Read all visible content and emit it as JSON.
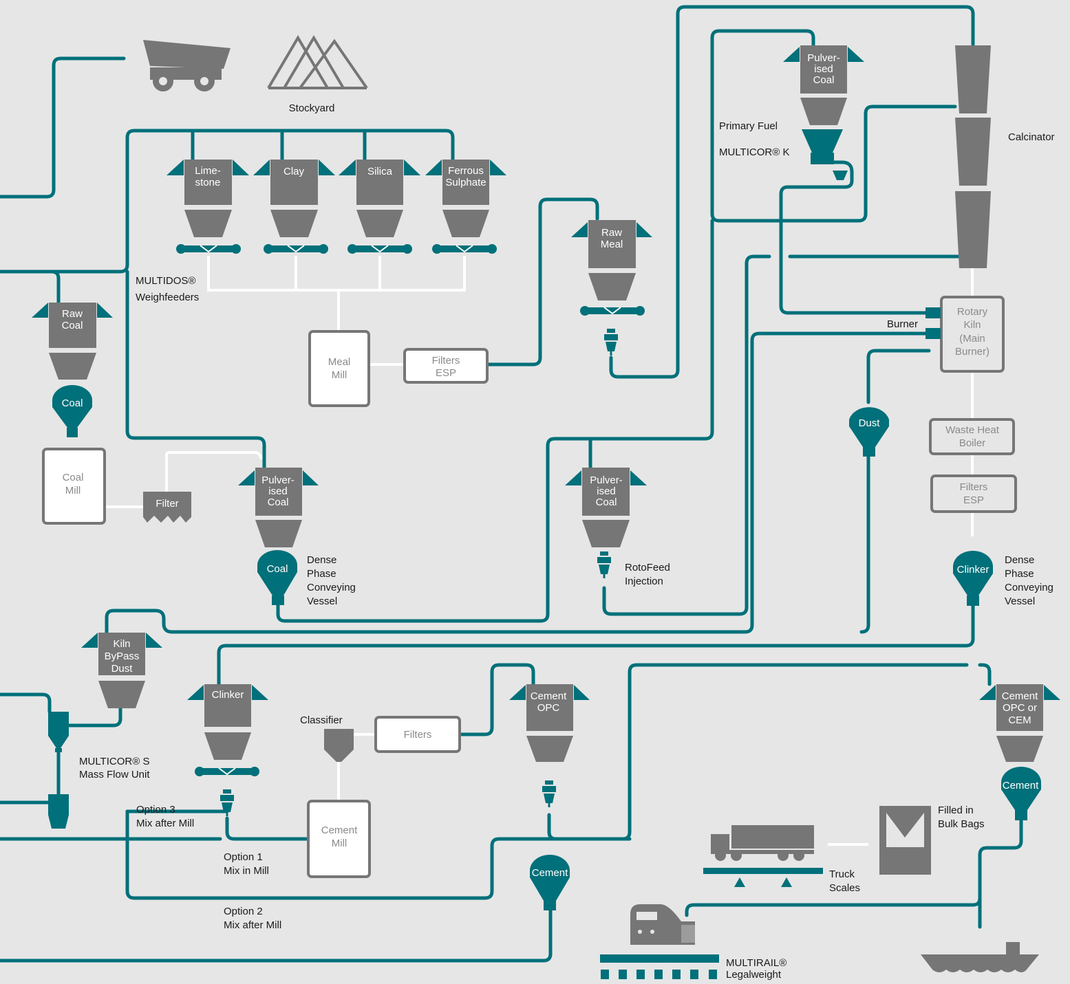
{
  "colors": {
    "background": "#e6e6e6",
    "pipe": "#00707a",
    "equipment": "#767676",
    "box_border": "#767676",
    "link": "#ffffff"
  },
  "labels": {
    "stockyard": "Stockyard",
    "multidos": [
      "MULTIDOS®",
      "Weighfeeders"
    ],
    "primary_fuel": "Primary Fuel",
    "multicor_k": "MULTICOR® K",
    "calcinator": "Calcinator",
    "burner": "Burner",
    "dense_phase_1": [
      "Dense",
      "Phase",
      "Conveying",
      "Vessel"
    ],
    "rotofeed": [
      "RotoFeed",
      "Injection"
    ],
    "dense_phase_2": [
      "Dense",
      "Phase",
      "Conveying",
      "Vessel"
    ],
    "multicor_s": [
      "MULTICOR® S",
      "Mass Flow Unit"
    ],
    "classifier": "Classifier",
    "option3": [
      "Option 3",
      "Mix after Mill"
    ],
    "option1": [
      "Option 1",
      "Mix in Mill"
    ],
    "option2": [
      "Option 2",
      "Mix after Mill"
    ],
    "filled_bags": [
      "Filled in",
      "Bulk Bags"
    ],
    "truck_scales": [
      "Truck",
      "Scales"
    ],
    "multirail": [
      "MULTIRAIL®",
      "Legalweight"
    ]
  },
  "silos": {
    "limestone": [
      "Lime-",
      "stone"
    ],
    "clay": [
      "Clay"
    ],
    "silica": [
      "Silica"
    ],
    "ferrous": [
      "Ferrous",
      "Sulphate"
    ],
    "raw_coal": [
      "Raw",
      "Coal"
    ],
    "raw_meal": [
      "Raw",
      "Meal"
    ],
    "pulv_top": [
      "Pulver-",
      "ised",
      "Coal"
    ],
    "pulv_mid1": [
      "Pulver-",
      "ised",
      "Coal"
    ],
    "pulv_mid2": [
      "Pulver-",
      "ised",
      "Coal"
    ],
    "kiln_bypass": [
      "Kiln",
      "ByPass",
      "Dust"
    ],
    "clinker_silo": [
      "Clinker"
    ],
    "cement_opc": [
      "Cement",
      "OPC"
    ],
    "cement_opc_cem": [
      "Cement",
      "OPC or",
      "CEM"
    ]
  },
  "vessels": {
    "coal_left": "Coal",
    "coal_dense": "Coal",
    "dust": "Dust",
    "clinker": "Clinker",
    "cement_right": "Cement",
    "cement_bottom": "Cement"
  },
  "boxes": {
    "meal_mill": [
      "Meal",
      "Mill"
    ],
    "filters_esp_1": [
      "Filters",
      "ESP"
    ],
    "coal_mill": [
      "Coal",
      "Mill"
    ],
    "filter": "Filter",
    "rotary_kiln": [
      "Rotary",
      "Kiln",
      "(Main",
      "Burner)"
    ],
    "waste_heat": [
      "Waste Heat",
      "Boiler"
    ],
    "filters_esp_2": [
      "Filters",
      "ESP"
    ],
    "filters": "Filters",
    "cement_mill": [
      "Cement",
      "Mill"
    ]
  },
  "icons": [
    "dump-truck-icon",
    "stockyard-mountains-icon",
    "truck-icon",
    "train-icon",
    "ship-icon",
    "bulk-bag-filler-icon"
  ]
}
